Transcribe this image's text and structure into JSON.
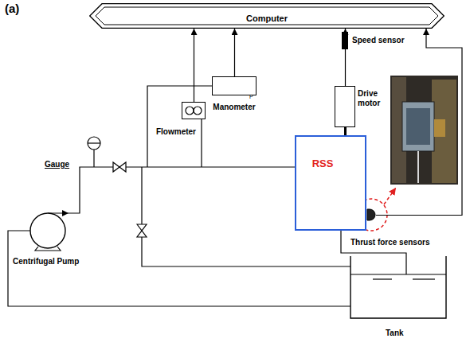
{
  "diagram": {
    "nodes": [
      {
        "text": [
          "Computer"
        ]
      },
      {
        "text": [
          "P",
          "Manometer"
        ]
      },
      {
        "text": [
          "Drive motor"
        ]
      },
      {
        "text": [
          "Flowmeter"
        ]
      },
      {
        "text": [
          "RSS"
        ]
      },
      {
        "text": [
          "Thrust force sensors"
        ]
      }
    ],
    "edges": [
      {
        "from": 1,
        "to": 0,
        "arrow": "to"
      },
      {
        "from": 3,
        "to": 0,
        "arrow": "to"
      },
      {
        "from": 2,
        "to": 0,
        "arrow": "to"
      },
      {
        "from": 5,
        "to": 0,
        "arrow": "to"
      },
      {
        "from": 2,
        "to": 4,
        "arrow": "none"
      }
    ],
    "labels": [
      "(a)",
      "Speed sensor",
      "Gauge",
      "Centrifugal Pump",
      "Tank"
    ]
  }
}
